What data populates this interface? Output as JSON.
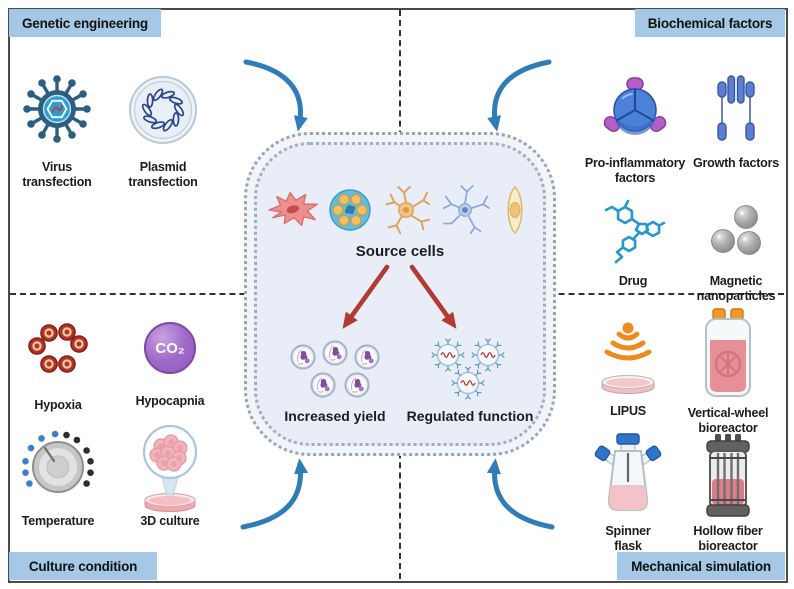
{
  "colors": {
    "header_bg": "#a5c8e6",
    "blue_arrow": "#2e7cb8",
    "red_arrow": "#b23a30",
    "frame_border": "#4a4a4a",
    "center_fill": "#e8edf8"
  },
  "quadrants": {
    "genetic_engineering": {
      "title": "Genetic engineering",
      "items": [
        {
          "label": "Virus transfection",
          "icon": "virus-icon"
        },
        {
          "label": "Plasmid transfection",
          "icon": "plasmid-icon"
        }
      ]
    },
    "biochemical_factors": {
      "title": "Biochemical factors",
      "items": [
        {
          "label": "Pro-inflammatory factors",
          "icon": "pro-inflammatory-icon"
        },
        {
          "label": "Growth factors",
          "icon": "growth-factors-icon"
        },
        {
          "label": "Drug",
          "icon": "drug-molecule-icon"
        },
        {
          "label": "Magnetic nanoparticles",
          "icon": "magnetic-nanoparticles-icon"
        }
      ]
    },
    "culture_condition": {
      "title": "Culture condition",
      "items": [
        {
          "label": "Hypoxia",
          "icon": "oxygen-molecules-icon"
        },
        {
          "label": "Hypocapnia",
          "icon": "co2-ball-icon",
          "badge": "CO₂"
        },
        {
          "label": "Temperature",
          "icon": "temperature-dial-icon"
        },
        {
          "label": "3D culture",
          "icon": "spheroid-culture-icon"
        }
      ]
    },
    "mechanical_simulation": {
      "title": "Mechanical simulation",
      "items": [
        {
          "label": "LIPUS",
          "icon": "ultrasound-dish-icon"
        },
        {
          "label": "Vertical-wheel bioreactor",
          "icon": "vertical-wheel-bioreactor-icon"
        },
        {
          "label": "Spinner flask",
          "icon": "spinner-flask-icon"
        },
        {
          "label": "Hollow fiber bioreactor",
          "icon": "hollow-fiber-bioreactor-icon"
        }
      ]
    }
  },
  "center": {
    "source_label": "Source cells",
    "outcomes": [
      {
        "label": "Increased yield"
      },
      {
        "label": "Regulated function"
      }
    ]
  }
}
